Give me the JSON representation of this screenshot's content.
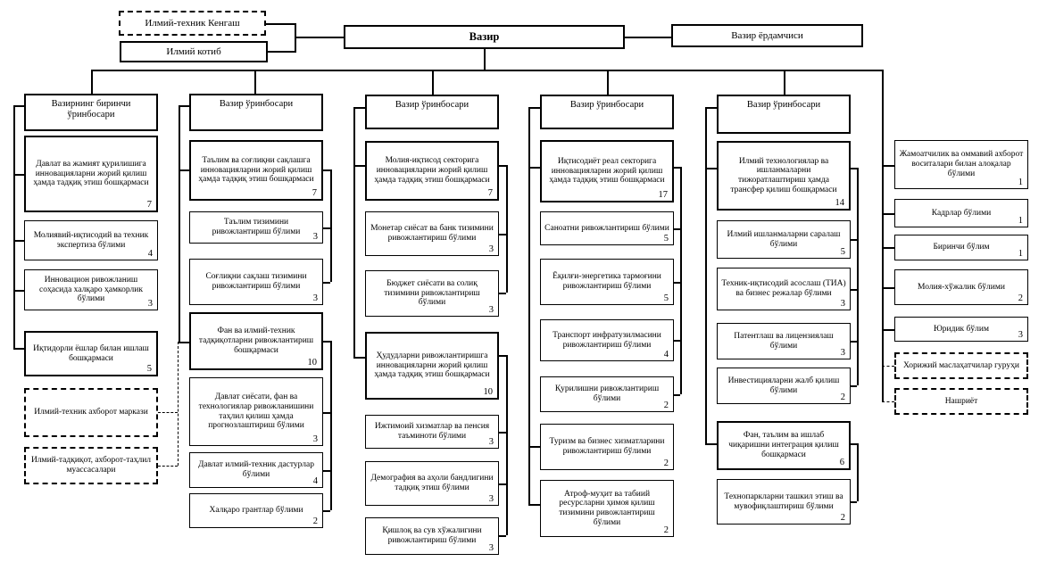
{
  "top": {
    "council": "Илмий-техник Кенгаш",
    "secretary": "Илмий котиб",
    "minister": "Вазир",
    "assistant": "Вазир ёрдамчиси"
  },
  "colors": {
    "line": "#000000",
    "background": "#ffffff"
  },
  "columns": [
    {
      "header": "Вазирнинг биринчи ўринбосари",
      "boxes": [
        {
          "label": "Давлат ва жамият қурилишига инновацияларни жорий қилиш ҳамда тадқиқ этиш бошқармаси",
          "count": "7"
        },
        {
          "label": "Молиявий-иқтисодий ва техник экспертиза бўлими",
          "count": "4"
        },
        {
          "label": "Инновацион ривожланиш соҳасида халқаро ҳамкорлик бўлими",
          "count": "3"
        },
        {
          "label": "Иқтидорли ёшлар билан ишлаш бошқармаси",
          "count": "5"
        },
        {
          "label": "Илмий-техник ахборот маркази",
          "dashed": true
        },
        {
          "label": "Илмий-тадқиқот, ахборот-таҳлил муассасалари",
          "dashed": true
        }
      ]
    },
    {
      "header": "Вазир ўринбосари",
      "boxes": [
        {
          "label": "Таълим ва соғлиқни сақлашга инновацияларни жорий қилиш ҳамда тадқиқ этиш бошқармаси",
          "count": "7"
        },
        {
          "label": "Таълим тизимини ривожлантириш бўлими",
          "count": "3"
        },
        {
          "label": "Соғлиқни сақлаш тизимини ривожлантириш бўлими",
          "count": "3"
        },
        {
          "label": "Фан ва илмий-техник тадқиқотларни ривожлантириш бошқармаси",
          "count": "10"
        },
        {
          "label": "Давлат сиёсати, фан ва технологиялар ривожланишини таҳлил қилиш ҳамда прогнозлаштириш бўлими",
          "count": "3"
        },
        {
          "label": "Давлат илмий-техник дастурлар бўлими",
          "count": "4"
        },
        {
          "label": "Халқаро грантлар бўлими",
          "count": "2"
        }
      ]
    },
    {
      "header": "Вазир ўринбосари",
      "boxes": [
        {
          "label": "Молия-иқтисод секторига инновацияларни жорий қилиш ҳамда тадқиқ этиш бошқармаси",
          "count": "7"
        },
        {
          "label": "Монетар сиёсат ва банк тизимини ривожлантириш бўлими",
          "count": "3"
        },
        {
          "label": "Бюджет сиёсати ва солиқ тизимини ривожлантириш бўлими",
          "count": "3"
        },
        {
          "label": "Ҳудудларни ривожлантиришга инновацияларни жорий қилиш ҳамда тадқиқ этиш бошқармаси",
          "count": "10"
        },
        {
          "label": "Ижтимоий хизматлар ва пенсия таъминоти бўлими",
          "count": "3"
        },
        {
          "label": "Демография ва аҳоли бандлигини тадқиқ этиш бўлими",
          "count": "3"
        },
        {
          "label": "Қишлоқ ва сув хўжалигини ривожлантириш бўлими",
          "count": "3"
        }
      ]
    },
    {
      "header": "Вазир ўринбосари",
      "boxes": [
        {
          "label": "Иқтисодиёт реал секторига инновацияларни жорий қилиш ҳамда тадқиқ этиш бошқармаси",
          "count": "17"
        },
        {
          "label": "Саноатни ривожлантириш бўлими",
          "count": "5"
        },
        {
          "label": "Ёқилғи-энергетика тармоғини ривожлантириш бўлими",
          "count": "5"
        },
        {
          "label": "Транспорт инфратузилмасини ривожлантириш бўлими",
          "count": "4"
        },
        {
          "label": "Қурилишни ривожлантириш бўлими",
          "count": "2"
        },
        {
          "label": "Туризм ва бизнес хизматларини ривожлантириш бўлими",
          "count": "2"
        },
        {
          "label": "Атроф-муҳит ва табиий ресурсларни ҳимоя қилиш тизимини ривожлантириш бўлими",
          "count": "2"
        }
      ]
    },
    {
      "header": "Вазир ўринбосари",
      "boxes": [
        {
          "label": "Илмий технологиялар ва ишланмаларни тижоратлаштириш ҳамда трансфер қилиш бошқармаси",
          "count": "14"
        },
        {
          "label": "Илмий ишланмаларни саралаш бўлими",
          "count": "5"
        },
        {
          "label": "Техник-иқтисодий асослаш (ТИА) ва бизнес режалар бўлими",
          "count": "3"
        },
        {
          "label": "Патентлаш ва лицензиялаш бўлими",
          "count": "3"
        },
        {
          "label": "Инвестицияларни жалб қилиш бўлими",
          "count": "2"
        },
        {
          "label": "Фан, таълим ва ишлаб чиқаришни интеграция қилиш бошқармаси",
          "count": "6"
        },
        {
          "label": "Технопаркларни ташкил этиш ва мувофиқлаштириш бўлими",
          "count": "2"
        }
      ]
    },
    {
      "header": null,
      "boxes": [
        {
          "label": "Жамоатчилик ва оммавий ахборот воситалари билан алоқалар бўлими",
          "count": "1"
        },
        {
          "label": "Кадрлар бўлими",
          "count": "1"
        },
        {
          "label": "Биринчи бўлим",
          "count": "1"
        },
        {
          "label": "Молия-хўжалик бўлими",
          "count": "2"
        },
        {
          "label": "Юридик бўлим",
          "count": "3"
        },
        {
          "label": "Хорижий маслаҳатчилар гуруҳи",
          "dashed": true
        },
        {
          "label": "Нашриёт",
          "dashed": true
        }
      ]
    }
  ]
}
